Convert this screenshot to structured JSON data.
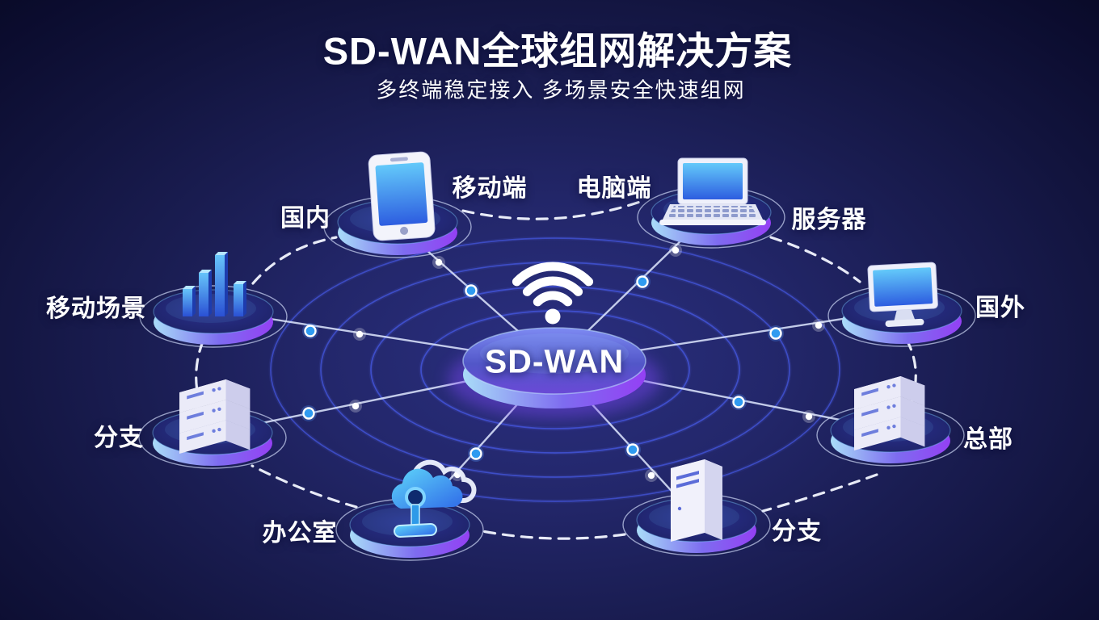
{
  "header": {
    "title": "SD-WAN全球组网解决方案",
    "subtitle": "多终端稳定接入 多场景安全快速组网"
  },
  "hub": {
    "label": "SD-WAN",
    "icon": "wifi-icon"
  },
  "nodes": {
    "phone": {
      "icon": "smartphone-icon",
      "label_left": "国内",
      "label_right": "移动端"
    },
    "laptop": {
      "icon": "laptop-icon",
      "label_left": "电脑端",
      "label_right": "服务器"
    },
    "monitor": {
      "icon": "desktop-monitor-icon",
      "label_right": "国外"
    },
    "server_right": {
      "icon": "server-stack-icon",
      "label_right": "总部"
    },
    "tower": {
      "icon": "tower-server-icon",
      "label_right": "分支"
    },
    "cloud": {
      "icon": "cloud-access-icon",
      "label_left": "办公室"
    },
    "server_left": {
      "icon": "server-stack-icon",
      "label_left": "分支"
    },
    "bars": {
      "icon": "bar-chart-icon",
      "label_left": "移动场景"
    }
  },
  "colors": {
    "background_center": "#2a2f80",
    "background_edge": "#08091f",
    "orbit_ring_blue": "#4356e0",
    "link_line": "#dfe8ff",
    "dashed_link": "#f2f6ff",
    "disc_rim_cyan": "#a9dcf8",
    "disc_rim_purple": "#9440f4",
    "hub_top_indigo": "#5256c8",
    "screen_blue_light": "#63c9fa",
    "screen_blue_deep": "#2d5de0",
    "device_body": "#f3f4fb",
    "text": "#ffffff"
  }
}
